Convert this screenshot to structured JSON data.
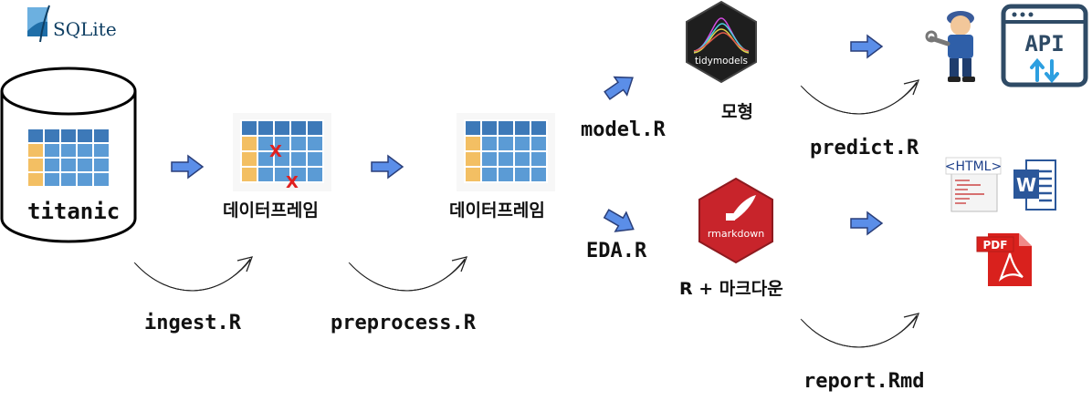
{
  "logos": {
    "sqlite": "SQLite",
    "tidymodels": "tidymodels",
    "rmarkdown": "rmarkdown",
    "api": "API",
    "html_doc_tag": "<HTML>",
    "word": "W",
    "pdf": "PDF"
  },
  "labels": {
    "database": "titanic",
    "dataframe_raw": "데이터프레임",
    "dataframe_clean": "데이터프레임",
    "model_node": "모형",
    "report_node": "R + 마크다운"
  },
  "scripts": {
    "ingest": "ingest.R",
    "preprocess": "preprocess.R",
    "model": "model.R",
    "eda": "EDA.R",
    "predict": "predict.R",
    "report": "report.Rmd"
  },
  "colors": {
    "arrow_fill": "#5b8ee8",
    "table_header": "#3d79b8",
    "table_first_col": "#f3bf63",
    "table_cell": "#5b9bd5",
    "error_mark": "#e02020",
    "api_frame": "#2f4b66",
    "word_blue": "#2b579a",
    "pdf_red": "#d9211d",
    "rmarkdown_red": "#c8242b",
    "tidymodels_dark": "#1e1e1e"
  }
}
